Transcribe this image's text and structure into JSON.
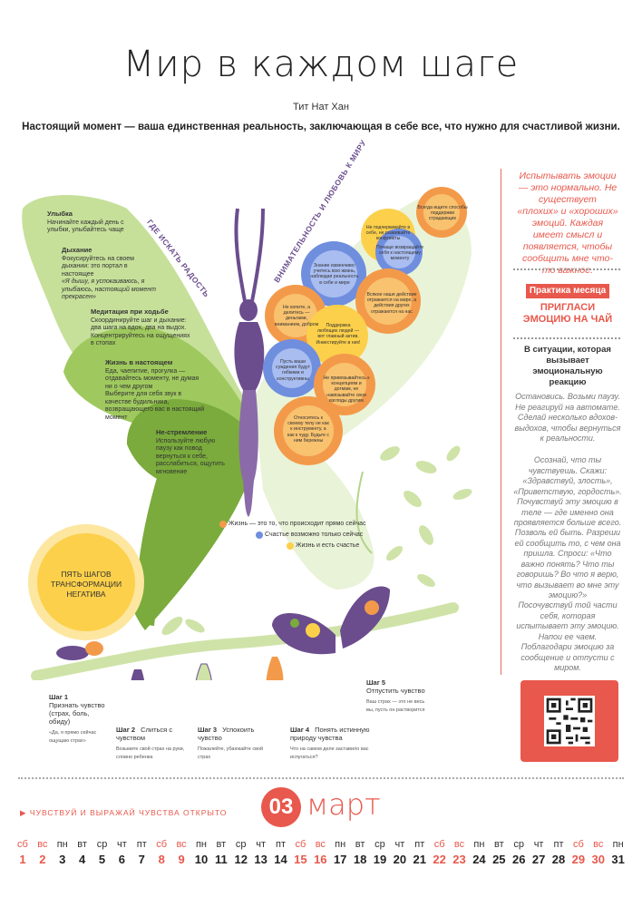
{
  "header": {
    "title": "Мир в каждом шаге",
    "author": "Тит Нат Хан",
    "quote": "Настоящий момент — ваша единственная реальность, заключающая в себе все, что нужно для счастливой жизни."
  },
  "wing_left": {
    "arc": "ГДЕ ИСКАТЬ РАДОСТЬ",
    "items": [
      {
        "title": "Улыбка",
        "text": "Начинайте каждый день с улыбки, улыбайтесь чаще"
      },
      {
        "title": "Дыхание",
        "text": "Фокусируйтесь на своем дыхании: это портал в настоящее",
        "note": "«Я дышу, я успокаиваюсь, я улыбаюсь, настоящий момент прекрасен»"
      },
      {
        "title": "Медитация при ходьбе",
        "text": "Скоординируйте шаг и дыхание: два шага на вдох, два на выдох. Концентрируйтесь на ощущениях в стопах"
      },
      {
        "title": "Жизнь в настоящем",
        "text": "Еда, чаепитие, прогулка — отдавайтесь моменту, не думая ни о чем другом",
        "text2": "Выберите для себя звук в качестве будильника, возвращающего вас в настоящий момент"
      },
      {
        "title": "Не-стремление",
        "text": "Используйте любую паузу как повод вернуться к себе, расслабиться, ощутить мгновение"
      }
    ]
  },
  "wing_right": {
    "arc": "ВНИМАТЕЛЬНОСТЬ И ЛЮБОВЬ К МИРУ",
    "flowers": [
      "Всегда ищите способы поддержки страдающих",
      "Не подчеркивайте в себе, не развивайте конфликты",
      "Почаще возвращайте себя к настоящему моменту",
      "Знание изменчиво: учитесь всю жизнь, наблюдая реальность в себе и мире",
      "Не копите, а делитесь — деньгами, вниманием, добром",
      "Всякое наше действие отражается на мире, а действия других отражаются на нас",
      "Поддержка любящих людей — вот главный актив. Инвестируйте в них!",
      "Пусть ваши суждения будут гибкими и конструктивны",
      "Не привязывайтесь к концепциям и догмам, не навязывайте свои взгляды другим",
      "Относитесь к своему телу не как к инструменту, а как к чуду. Будьте с ним бережны"
    ]
  },
  "legend": {
    "item1": "Жизнь — это то, что происходит прямо сейчас",
    "item2": "Счастье возможно только сейчас",
    "item3": "Жизнь и есть счастье"
  },
  "steps_badge": "ПЯТЬ ШАГОВ ТРАНСФОРМАЦИИ НЕГАТИВА",
  "steps": [
    {
      "title": "Шаг 1",
      "text": "Признать чувство (страх, боль, обиду)",
      "note": "«Да, я прямо сейчас ощущаю страх»"
    },
    {
      "title": "Шаг 2",
      "text": "Слиться с чувством",
      "note": "Возьмите свой страх на руки, словно ребенка"
    },
    {
      "title": "Шаг 3",
      "text": "Успокоить чувство",
      "note": "Пожалейте, убаюкайте свой страх"
    },
    {
      "title": "Шаг 4",
      "text": "Понять истинную природу чувства",
      "note": "Что на самом деле заставило вас испугаться?"
    },
    {
      "title": "Шаг 5",
      "text": "Отпустить чувство",
      "note": "Ваш страх — это не весь вы, пусть он растворится"
    }
  ],
  "sidebar": {
    "intro": "Испытывать эмоции — это нормально. Не существует «плохих» и «хороших» эмоций. Каждая имеет смысл и появляется, чтобы сообщить мне что-то важное.",
    "badge": "Практика месяца",
    "heading": "ПРИГЛАСИ ЭМОЦИЮ НА ЧАЙ",
    "situation": "В ситуации, которая вызывает эмоциональную реакцию",
    "p1": "Остановись. Возьми паузу. Не реагируй на автомате. Сделай несколько вдохов-выдохов, чтобы вернуться к реальности.",
    "p2": "Осознай, что ты чувствуешь. Скажи: «Здравствуй, злость», «Приветствую, гордость». Почувствуй эту эмоцию в теле — где именно она проявляется больше всего.",
    "p3": "Позволь ей быть. Разреши ей сообщить то, с чем она пришла. Спроси: «Что важно понять? Что ты говоришь? Во что я верю, что вызывает во мне эту эмоцию?»",
    "p4": "Посочувствуй той части себя, которая испытывает эту эмоцию. Напои ее чаем. Поблагодари эмоцию за сообщение и отпусти с миром."
  },
  "calendar": {
    "tagline": "ЧУВСТВУЙ И ВЫРАЖАЙ ЧУВСТВА ОТКРЫТО",
    "month_number": "03",
    "month_name": "март",
    "weekdays": [
      "сб",
      "вс",
      "пн",
      "вт",
      "ср",
      "чт",
      "пт",
      "сб",
      "вс",
      "пн",
      "вт",
      "ср",
      "чт",
      "пт",
      "сб",
      "вс",
      "пн",
      "вт",
      "ср",
      "чт",
      "пт",
      "сб",
      "вс",
      "пн",
      "вт",
      "ср",
      "чт",
      "пт",
      "сб",
      "вс",
      "пн"
    ],
    "days": [
      "1",
      "2",
      "3",
      "4",
      "5",
      "6",
      "7",
      "8",
      "9",
      "10",
      "11",
      "12",
      "13",
      "14",
      "15",
      "16",
      "17",
      "18",
      "19",
      "20",
      "21",
      "22",
      "23",
      "24",
      "25",
      "26",
      "27",
      "28",
      "29",
      "30",
      "31"
    ],
    "weekend_days": [
      1,
      2,
      8,
      9,
      15,
      16,
      22,
      23,
      29,
      30
    ]
  },
  "colors": {
    "accent": "#e8584c",
    "green_dark": "#7aab3c",
    "green_light": "#cfe3a8",
    "purple": "#6b4d8e",
    "blue": "#6f8ede",
    "orange": "#f39a4a",
    "yellow": "#fcd04a"
  }
}
